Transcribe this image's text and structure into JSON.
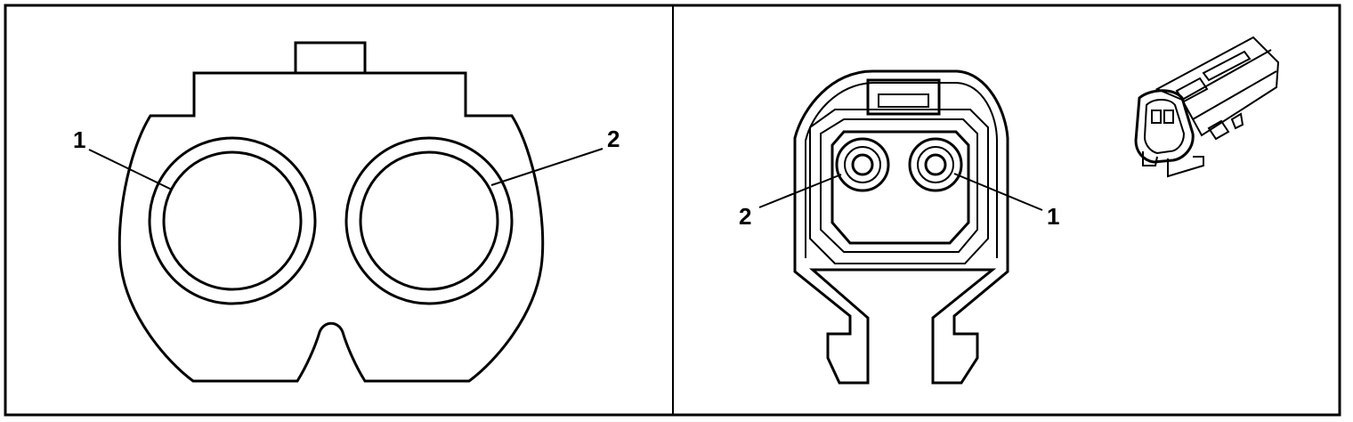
{
  "left_view": {
    "callout_1": "1",
    "callout_2": "2"
  },
  "right_view": {
    "callout_1": "1",
    "callout_2": "2"
  }
}
